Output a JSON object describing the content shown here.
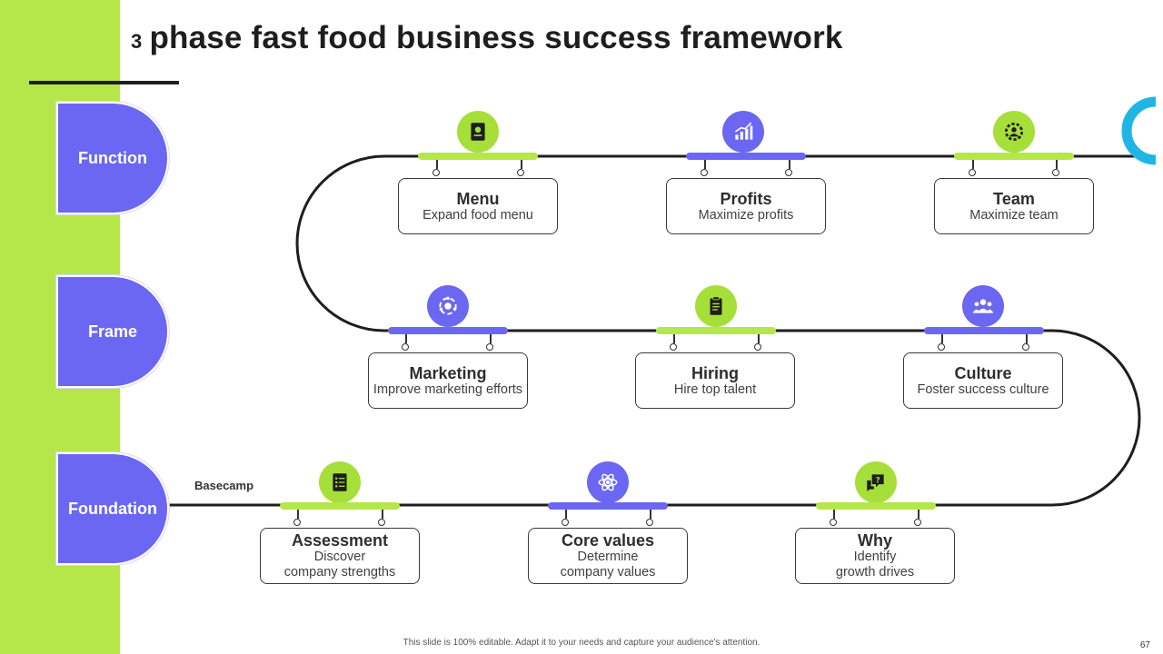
{
  "slide": {
    "title_number": "3",
    "title_text": "phase fast food business success framework",
    "footer_note": "This slide is 100% editable. Adapt it to your needs and capture your audience's attention.",
    "page_number": "67",
    "basecamp_label": "Basecamp"
  },
  "colors": {
    "accent_green": "#b5e64a",
    "accent_purple": "#6b67f2",
    "accent_cyan": "#1fb6e6",
    "track": "#1e1e1e"
  },
  "phases": [
    {
      "label": "Function"
    },
    {
      "label": "Frame"
    },
    {
      "label": "Foundation"
    }
  ],
  "nodes": {
    "menu": {
      "title": "Menu",
      "desc": "Expand food menu",
      "icon": "menu-book-icon",
      "color": "green"
    },
    "profits": {
      "title": "Profits",
      "desc": "Maximize profits",
      "icon": "growth-chart-icon",
      "color": "purple"
    },
    "team": {
      "title": "Team",
      "desc": "Maximize team",
      "icon": "team-gear-icon",
      "color": "green"
    },
    "marketing": {
      "title": "Marketing",
      "desc": "Improve marketing efforts",
      "icon": "marketing-cycle-icon",
      "color": "purple"
    },
    "hiring": {
      "title": "Hiring",
      "desc": "Hire top talent",
      "icon": "clipboard-icon",
      "color": "green"
    },
    "culture": {
      "title": "Culture",
      "desc": "Foster success culture",
      "icon": "people-group-icon",
      "color": "purple"
    },
    "assessment": {
      "title": "Assessment",
      "desc": "Discover\ncompany strengths",
      "icon": "checklist-icon",
      "color": "green"
    },
    "core_values": {
      "title": "Core values",
      "desc": "Determine\ncompany values",
      "icon": "atom-icon",
      "color": "purple"
    },
    "why": {
      "title": "Why",
      "desc": "Identify\ngrowth drives",
      "icon": "question-chat-icon",
      "color": "green"
    }
  }
}
